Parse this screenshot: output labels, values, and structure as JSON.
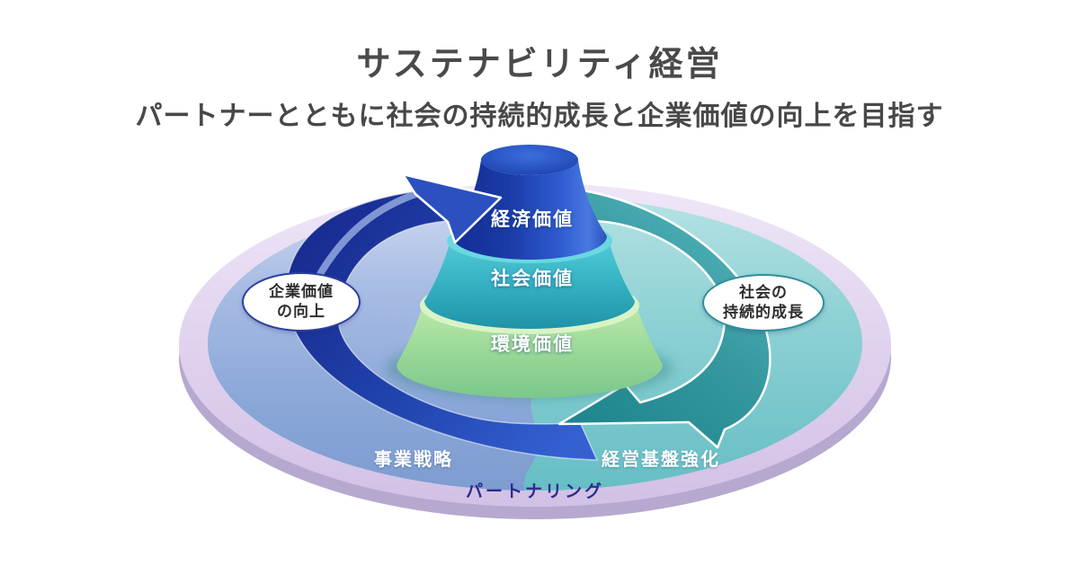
{
  "header": {
    "title": "サステナビリティ経営",
    "subtitle": "パートナーとともに社会の持続的成長と企業価値の向上を目指す"
  },
  "pyramid": {
    "layers": [
      {
        "label": "経済価値",
        "color": "#2a52c6"
      },
      {
        "label": "社会価値",
        "color": "#35b0c2"
      },
      {
        "label": "環境価値",
        "color": "#99d898"
      }
    ]
  },
  "bubbles": {
    "left": {
      "line1": "企業価値",
      "line2": "の向上",
      "border_color": "#2b3f9e"
    },
    "right": {
      "line1": "社会の",
      "line2": "持続的成長",
      "border_color": "#2f9097"
    }
  },
  "ring_labels": {
    "business_strategy": "事業戦略",
    "management_foundation": "経営基盤強化",
    "partnering": "パートナリング"
  },
  "colors": {
    "outer_ring_lavender": "#ddceeb",
    "outer_ring_side": "#b7a8cf",
    "left_half_blue": "#8fa9d9",
    "right_half_teal": "#72c4c8",
    "up_cycle_arrow_navy": "#1e3aa6",
    "down_cycle_arrow_teal": "#2a8f96",
    "partnering_text": "#2c2c8c",
    "heading_text": "#4a4a4a"
  }
}
